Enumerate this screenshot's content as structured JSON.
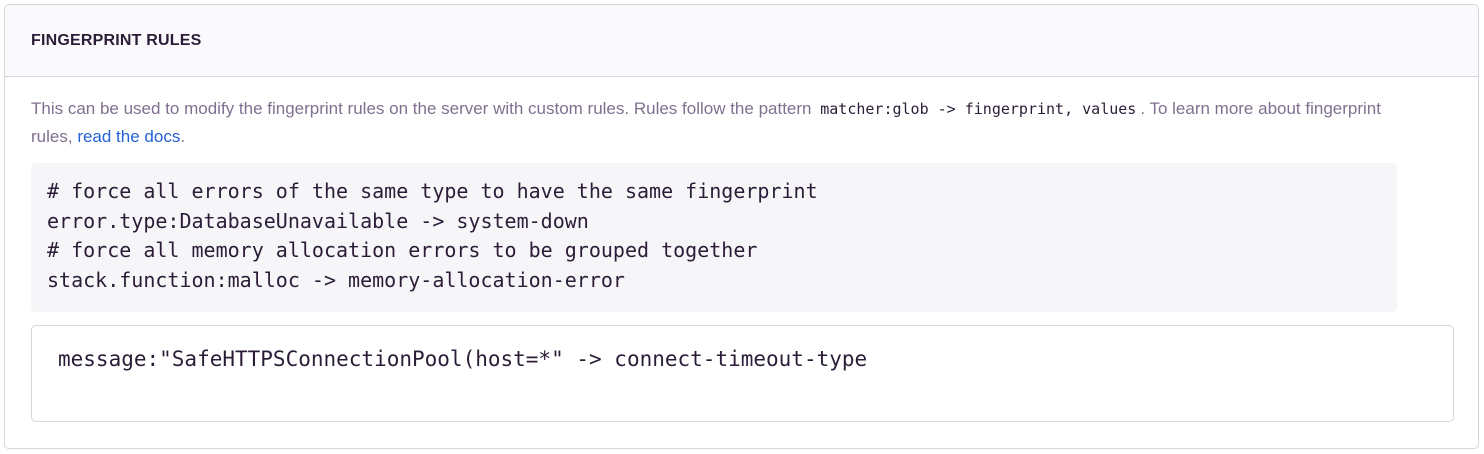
{
  "panel": {
    "title": "FINGERPRINT RULES"
  },
  "help": {
    "text_before": "This can be used to modify the fingerprint rules on the server with custom rules. Rules follow the pattern",
    "pattern_code": "matcher:glob -> fingerprint, values",
    "text_middle": ". To learn more about fingerprint rules,",
    "link_text": "read the docs",
    "text_after": "."
  },
  "example": {
    "lines": [
      "# force all errors of the same type to have the same fingerprint",
      "error.type:DatabaseUnavailable -> system-down",
      "# force all memory allocation errors to be grouped together",
      "stack.function:malloc -> memory-allocation-error"
    ]
  },
  "editor": {
    "value": "message:\"SafeHTTPSConnectionPool(host=*\" -> connect-timeout-type"
  }
}
